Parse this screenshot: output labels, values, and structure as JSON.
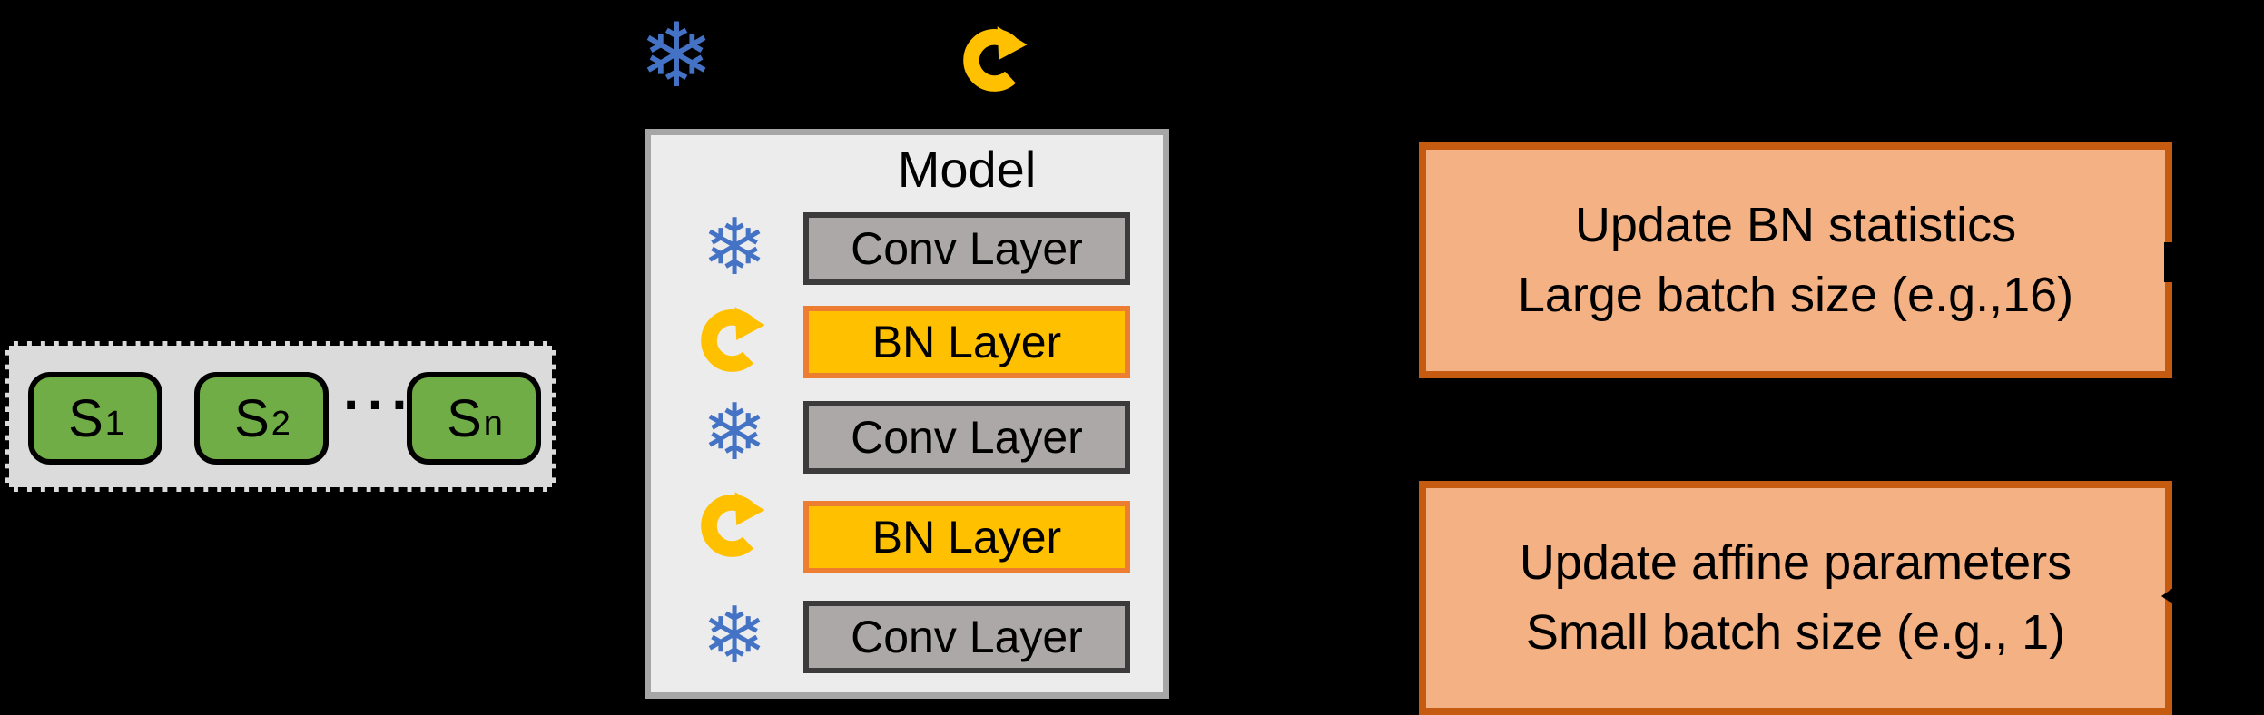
{
  "legend": {
    "frozen_glyph": "❄",
    "frozen_name": "frozen-snowflake",
    "trainable_name": "trainable-refresh-arrow"
  },
  "source_set": {
    "items": [
      {
        "base": "S",
        "sub": "1"
      },
      {
        "base": "S",
        "sub": "2"
      },
      {
        "base": "S",
        "sub": "n"
      }
    ],
    "ellipsis": "···"
  },
  "model": {
    "title": "Model",
    "layers": [
      {
        "label": "Conv Layer",
        "state": "frozen"
      },
      {
        "label": "BN Layer",
        "state": "trainable"
      },
      {
        "label": "Conv Layer",
        "state": "frozen"
      },
      {
        "label": "BN Layer",
        "state": "trainable"
      },
      {
        "label": "Conv Layer",
        "state": "frozen"
      }
    ],
    "frozen_glyph": "❄"
  },
  "info_boxes": [
    {
      "line1": "Update BN statistics",
      "line2": "Large batch size (e.g.,16)"
    },
    {
      "line1": "Update affine parameters",
      "line2": "Small batch size (e.g., 1)"
    }
  ],
  "colors": {
    "frozen_blue": "#4472C4",
    "trainable_yellow": "#FFC000",
    "sample_green": "#70AD47",
    "dashed_fill": "#DBDBDB",
    "model_fill": "#ECECEC",
    "model_border": "#A6A6A6",
    "conv_fill": "#ACA8A8",
    "conv_border": "#3B3B3B",
    "bn_fill": "#FFC000",
    "bn_border": "#ED7D31",
    "info_fill": "#F4B183",
    "info_border": "#C55A11"
  }
}
